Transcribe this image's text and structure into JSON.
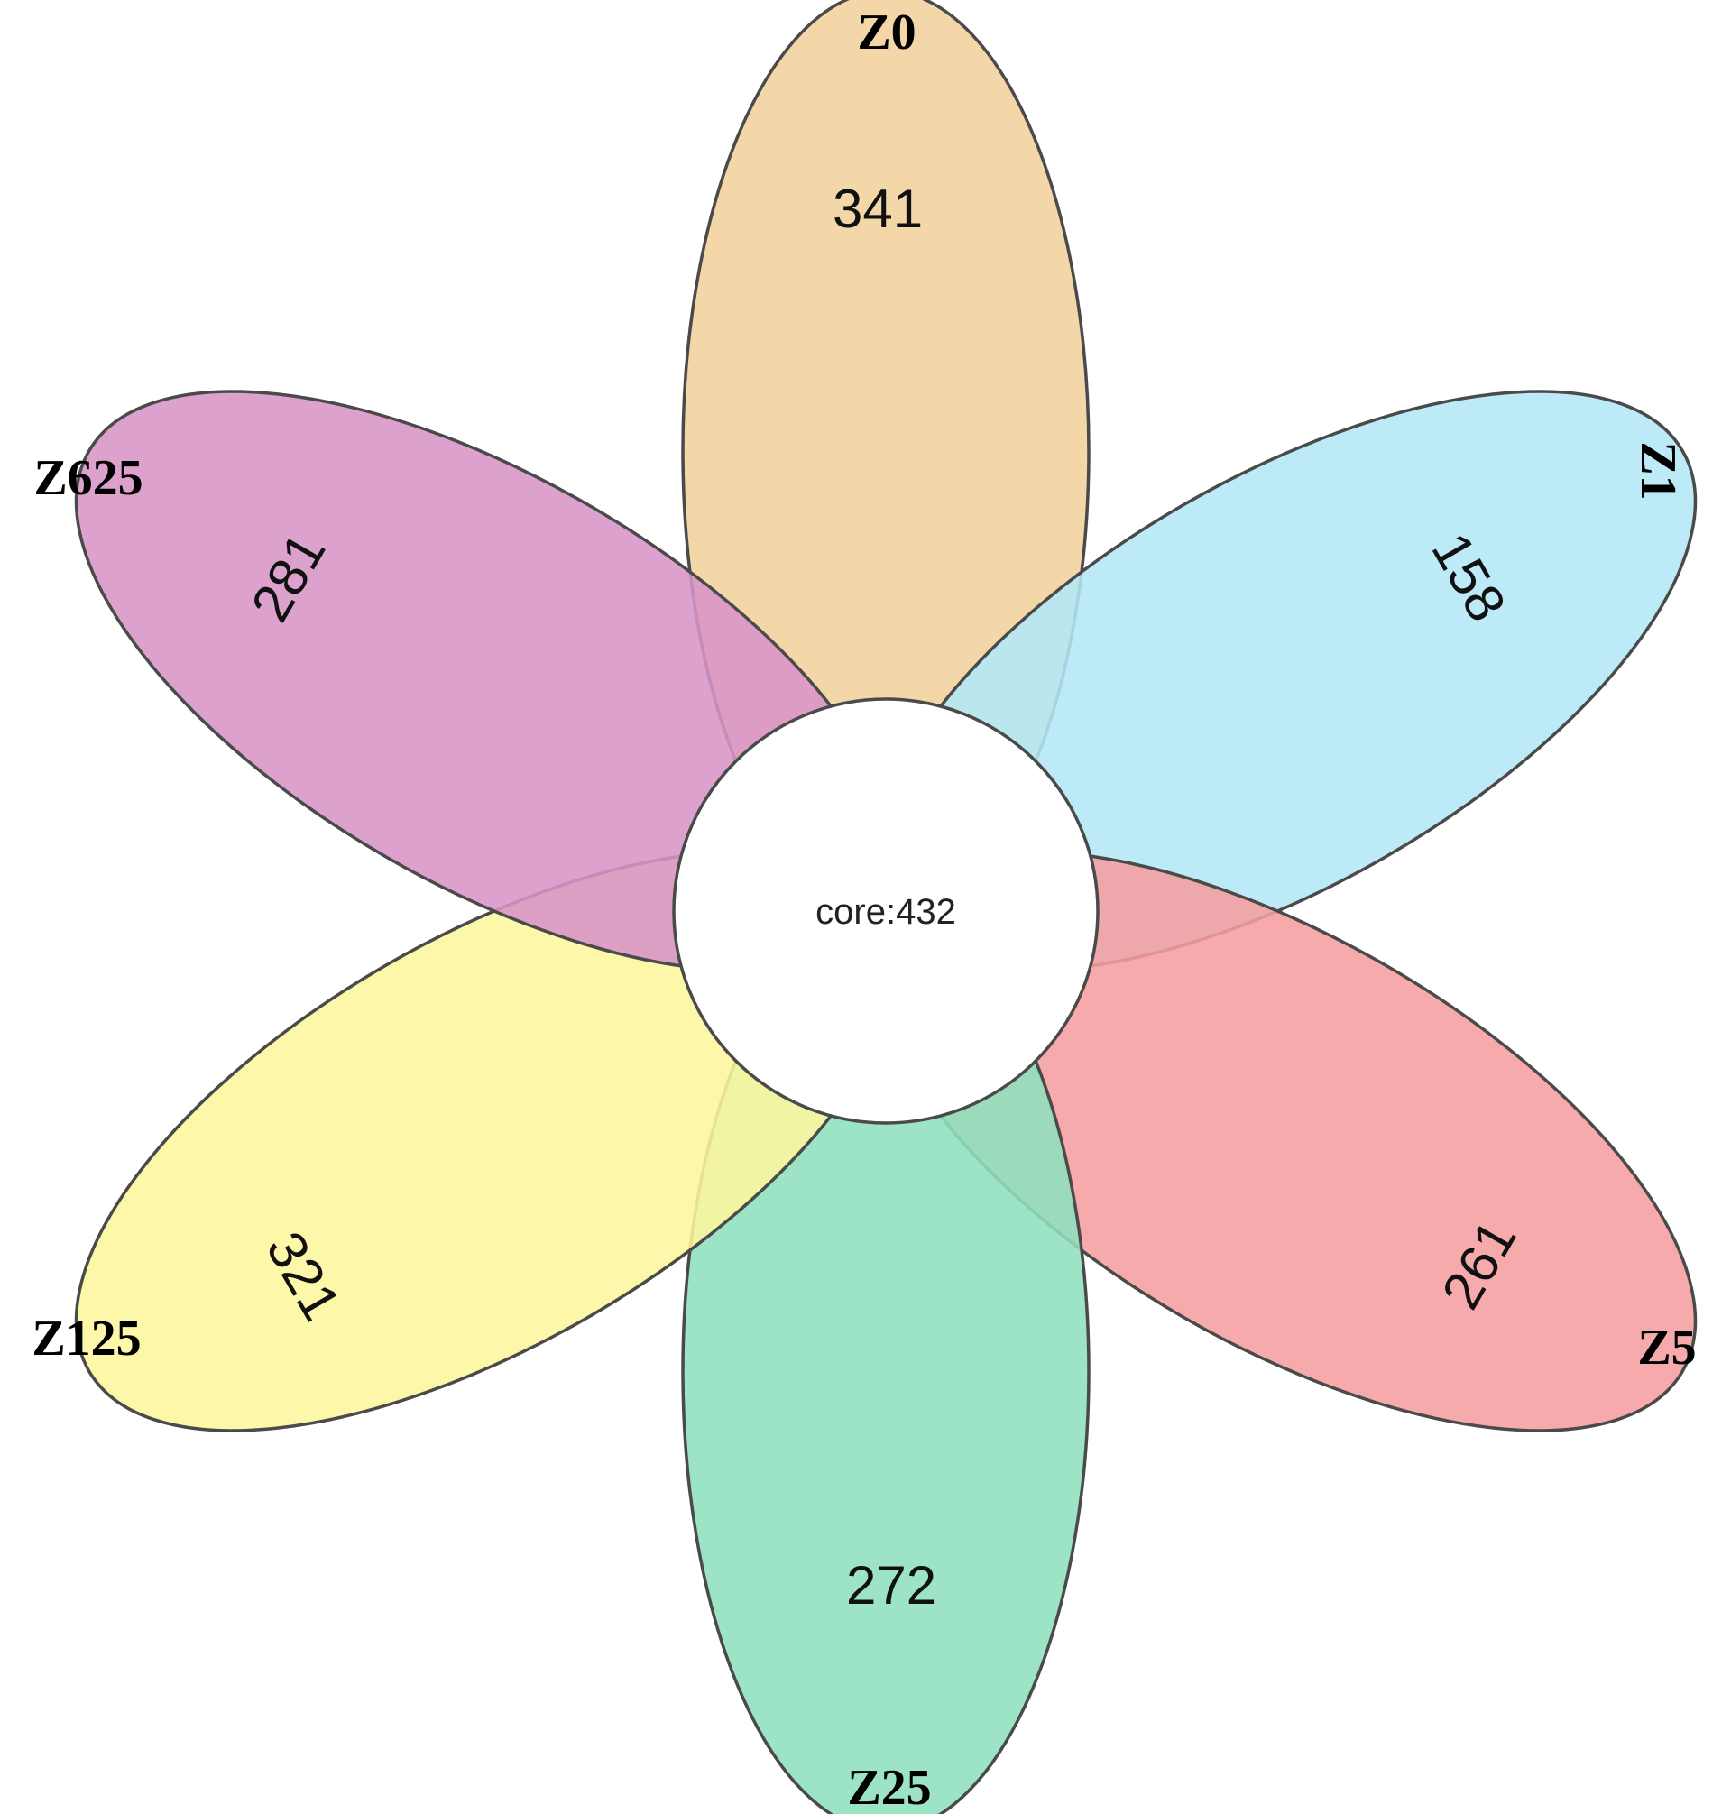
{
  "diagram": {
    "type": "flower-venn",
    "core_label": "core:432",
    "petals": [
      {
        "id": "z0",
        "label": "Z0",
        "count": "341",
        "color": "#f3d29c"
      },
      {
        "id": "z1",
        "label": "Z1",
        "count": "158",
        "color": "#b3e8f6"
      },
      {
        "id": "z5",
        "label": "Z5",
        "count": "261",
        "color": "#f59ea0"
      },
      {
        "id": "z25",
        "label": "Z25",
        "count": "272",
        "color": "#8fe0be"
      },
      {
        "id": "z125",
        "label": "Z125",
        "count": "321",
        "color": "#fdf69e"
      },
      {
        "id": "z625",
        "label": "Z625",
        "count": "281",
        "color": "#d894c7"
      }
    ]
  }
}
